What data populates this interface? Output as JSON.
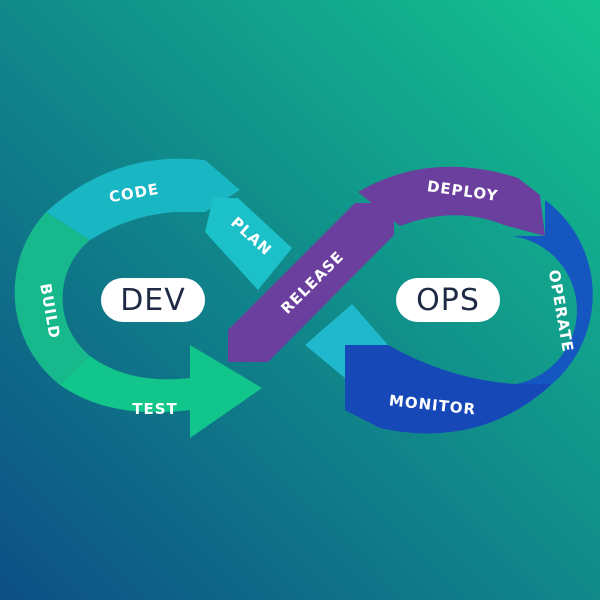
{
  "colors": {
    "bg_top_right": "#14c38e",
    "bg_bottom_left": "#0d4f86",
    "code": "#19b6c4",
    "plan": "#1cc0c8",
    "build": "#17b98c",
    "test": "#12c58a",
    "release": "#6a3f9e",
    "deploy": "#6a3f9e",
    "operate": "#1556c0",
    "monitor": "#1648b8",
    "return_arrow": "#1fb8cc",
    "pill": "#ffffff"
  },
  "labels": {
    "dev": "DEV",
    "ops": "OPS",
    "code": "CODE",
    "plan": "PLAN",
    "build": "BUILD",
    "test": "TEST",
    "release": "RELEASE",
    "deploy": "DEPLOY",
    "operate": "OPERATE",
    "monitor": "MONITOR"
  }
}
